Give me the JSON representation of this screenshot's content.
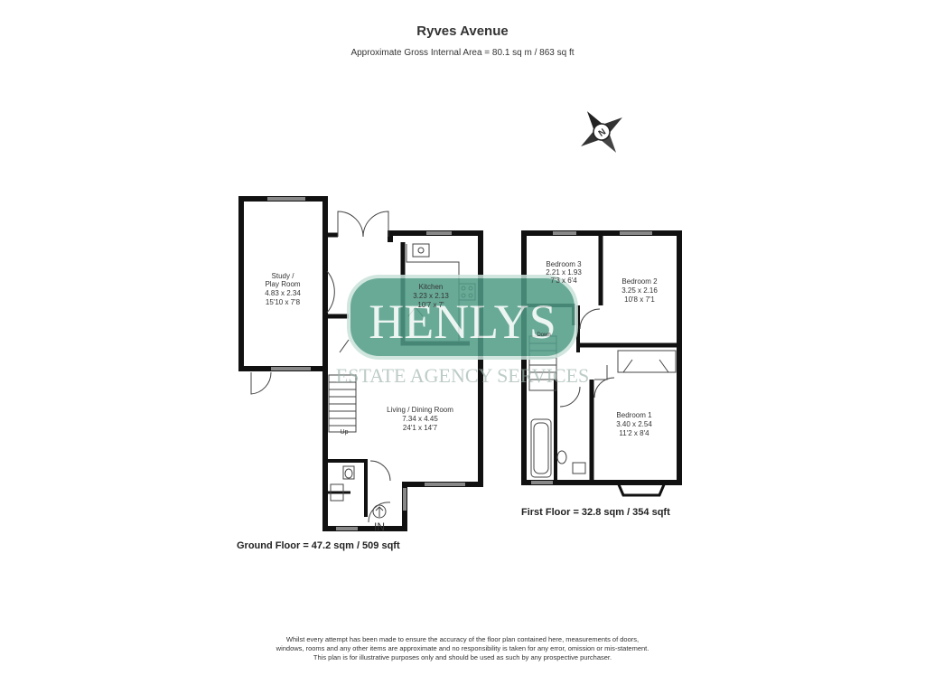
{
  "header": {
    "title": "Ryves Avenue",
    "subtitle": "Approximate Gross Internal Area = 80.1 sq m / 863 sq ft"
  },
  "compass": {
    "letter": "N",
    "icon": "compass-rose-icon"
  },
  "watermark": {
    "logo_text": "HENLYS",
    "tagline": "ESTATE AGENCY SERVICES",
    "logo_color": "#4f9c86"
  },
  "ground_floor": {
    "label": "Ground Floor = 47.2 sqm / 509 sqft",
    "rooms": [
      {
        "name_lines": [
          "Study /",
          "Play Room"
        ],
        "metric": "4.83 x 2.34",
        "imperial": "15'10 x 7'8"
      },
      {
        "name_lines": [
          "Kitchen"
        ],
        "metric": "3.23 x 2.13",
        "imperial": "10'7 x 7'"
      },
      {
        "name_lines": [
          "Living / Dining Room"
        ],
        "metric": "7.34 x 4.45",
        "imperial": "24'1 x 14'7"
      }
    ],
    "stair_label": "Up",
    "entrance_label": "IN"
  },
  "first_floor": {
    "label": "First Floor = 32.8 sqm / 354 sqft",
    "rooms": [
      {
        "name_lines": [
          "Bedroom 3"
        ],
        "metric": "2.21 x 1.93",
        "imperial": "7'3 x 6'4"
      },
      {
        "name_lines": [
          "Bedroom 2"
        ],
        "metric": "3.25 x 2.16",
        "imperial": "10'8 x 7'1"
      },
      {
        "name_lines": [
          "Bedroom 1"
        ],
        "metric": "3.40 x 2.54",
        "imperial": "11'2 x 8'4"
      }
    ],
    "stair_label": "Down"
  },
  "disclaimer_lines": [
    "Whilst every attempt has been made to ensure the accuracy of the floor plan contained here, measurements of doors,",
    "windows, rooms and any other items are approximate and no responsibility is taken for any error, omission or mis-statement.",
    "This plan is for illustrative purposes only and should be used as such by any prospective purchaser."
  ]
}
